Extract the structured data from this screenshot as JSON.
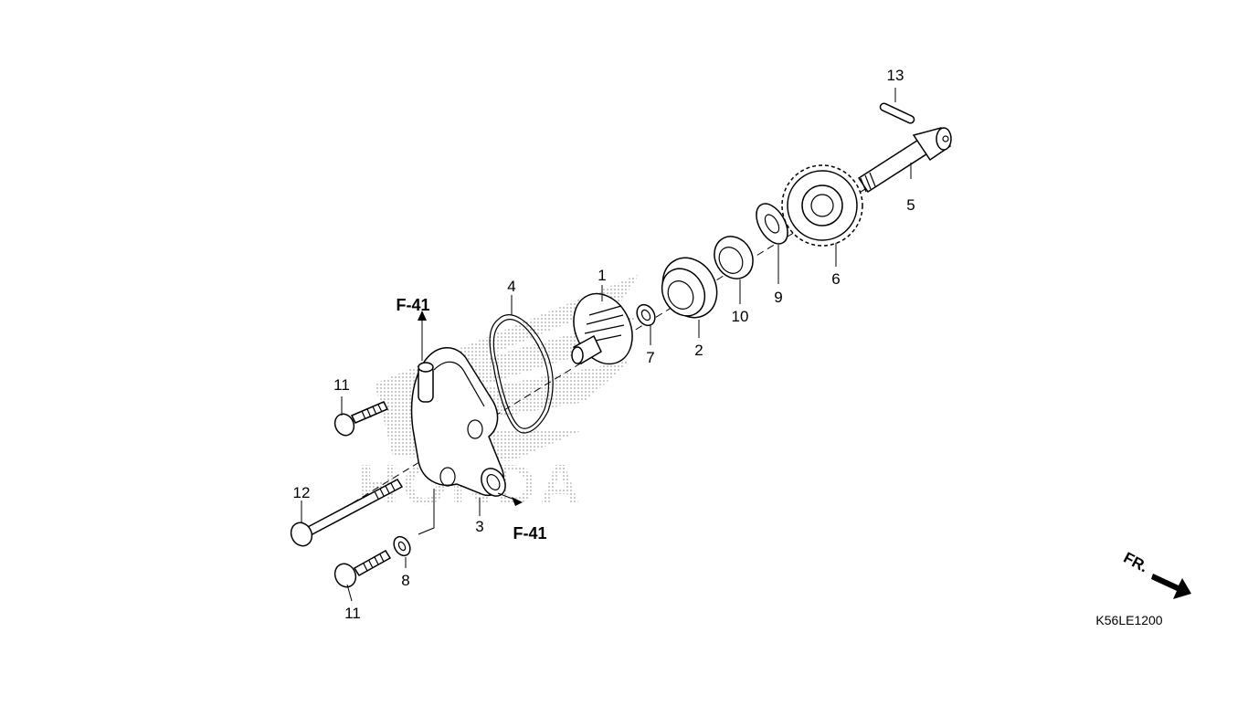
{
  "diagram": {
    "watermark": "HONDA",
    "code": "K56LE1200",
    "direction_label": "FR.",
    "references": {
      "top": "F-41",
      "bottom": "F-41"
    },
    "callouts": [
      {
        "id": "c1",
        "label": "1"
      },
      {
        "id": "c2",
        "label": "2"
      },
      {
        "id": "c3",
        "label": "3"
      },
      {
        "id": "c4",
        "label": "4"
      },
      {
        "id": "c5",
        "label": "5"
      },
      {
        "id": "c6",
        "label": "6"
      },
      {
        "id": "c7",
        "label": "7"
      },
      {
        "id": "c8",
        "label": "8"
      },
      {
        "id": "c9",
        "label": "9"
      },
      {
        "id": "c10",
        "label": "10"
      },
      {
        "id": "c11a",
        "label": "11"
      },
      {
        "id": "c11b",
        "label": "11"
      },
      {
        "id": "c12",
        "label": "12"
      },
      {
        "id": "c13",
        "label": "13"
      }
    ]
  }
}
